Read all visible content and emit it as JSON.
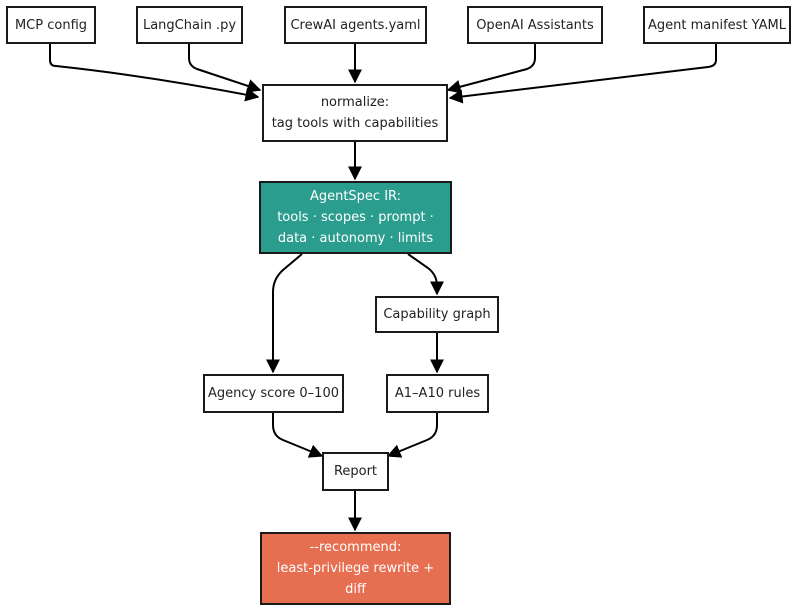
{
  "colors": {
    "ir_fill": "#2a9d8f",
    "recommend_fill": "#e76f51",
    "stroke": "#1a1a1a"
  },
  "nodes": {
    "mcp": {
      "lines": [
        "MCP config"
      ]
    },
    "langchain": {
      "lines": [
        "LangChain .py"
      ]
    },
    "crewai": {
      "lines": [
        "CrewAI agents.yaml"
      ]
    },
    "openai": {
      "lines": [
        "OpenAI Assistants"
      ]
    },
    "manifest": {
      "lines": [
        "Agent manifest YAML"
      ]
    },
    "normalize": {
      "lines": [
        "normalize:",
        "tag tools with capabilities"
      ]
    },
    "ir": {
      "lines": [
        "AgentSpec IR:",
        "tools · scopes · prompt ·",
        "data · autonomy · limits"
      ]
    },
    "capgraph": {
      "lines": [
        "Capability graph"
      ]
    },
    "agency": {
      "lines": [
        "Agency score 0–100"
      ]
    },
    "rules": {
      "lines": [
        "A1–A10 rules"
      ]
    },
    "report": {
      "lines": [
        "Report"
      ]
    },
    "recommend": {
      "lines": [
        "--recommend:",
        "least-privilege rewrite +",
        "diff"
      ]
    }
  }
}
